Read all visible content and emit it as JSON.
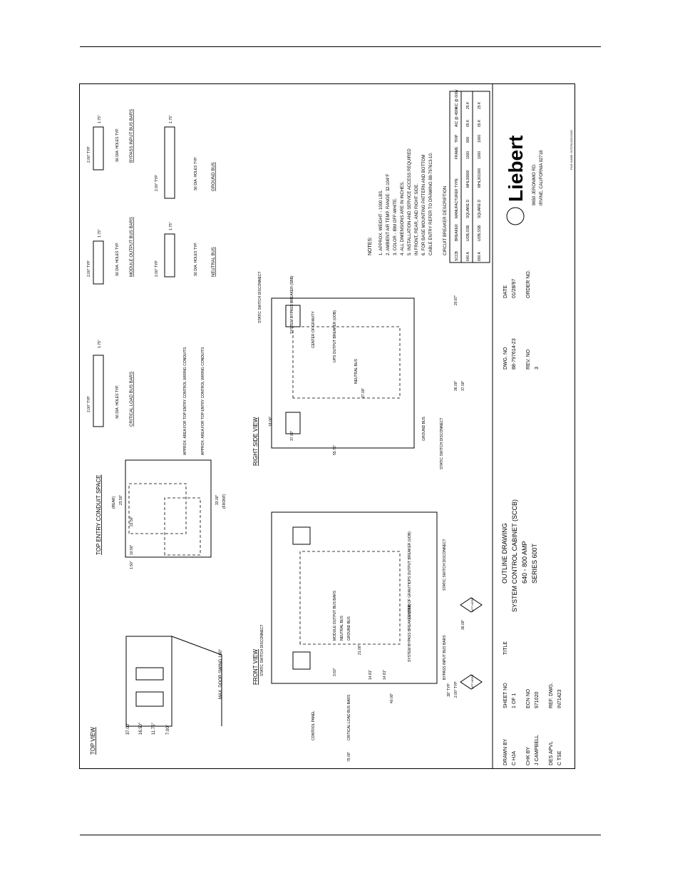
{
  "views": {
    "top_view": "TOP VIEW",
    "front_view": "FRONT VIEW",
    "top_entry": "TOP ENTRY CONDUIT SPACE",
    "right_side": "RIGHT SIDE VIEW"
  },
  "top_view": {
    "dims": [
      "7.00\"",
      "11.75\"",
      "16.50\"",
      "37.00\""
    ],
    "door_swing": "MAX. DOOR SWING 160°"
  },
  "front_view": {
    "labels": [
      "STATIC SWITCH DISCONNECT",
      "BYPASS INPUT BUS BARS",
      "SYSTEM BYPASS BREAKER (SBB)",
      "CENTER OF GRAVITY",
      "UPS OUTPUT BREAKER (UOB)",
      "STATIC SWITCH DISCONNECT",
      "MODULE OUTPUT BUS BARS",
      "NEUTRAL BUS",
      "GROUND BUS",
      "CONTROL PANEL",
      "CRITICAL LOAD BUS BARS"
    ],
    "dims": [
      "14.81\"",
      "3.60\"",
      "21.00\"",
      "14.81\"",
      "36.00\"",
      "40.00\"",
      "79.00\"",
      ".38\" TYP",
      "2.00\" TYP"
    ],
    "lift_here": "LIFT HERE"
  },
  "top_entry": {
    "rear": "(REAR)",
    "front": "(FRONT)",
    "dims": [
      "23.50\"",
      "33.00\"",
      "22.50\"",
      "10.50\"",
      "1.50\""
    ],
    "area_labels": [
      "APPROX. AREA FOR TOP ENTRY CONTROL WIRING CONDUITS",
      "APPROX. AREA FOR TOP ENTRY CONTROL WIRING CONDUITS"
    ]
  },
  "right_side": {
    "labels": [
      "STATIC SWITCH DISCONNECT",
      "SYSTEM BYPASS BREAKER (SBB)",
      "CENTER OF GRAVITY",
      "UPS OUTPUT BREAKER (UOB)",
      "NEUTRAL BUS",
      "GROUND BUS",
      "STATIC SWITCH DISCONNECT"
    ],
    "dims": [
      "18.00\"",
      "37.00\"",
      "55.75\"",
      "27.00\"",
      "36.00\"",
      "37.00\"",
      "20.87\""
    ]
  },
  "bus_bars": [
    {
      "title": "CRITICAL LOAD BUS BARS",
      "typ": "2.00\" TYP",
      "pitch": "1.75\"",
      "holes": ".56 DIA. HOLES TYP."
    },
    {
      "title": "MODULE OUTPUT BUS BARS",
      "typ": "2.00\" TYP",
      "pitch": "1.75\"",
      "holes": ".56 DIA. HOLES TYP."
    },
    {
      "title": "BYPASS INPUT BUS BARS",
      "typ": "2.00\" TYP",
      "pitch": "1.75\"",
      "holes": ".56 DIA. HOLES TYP."
    },
    {
      "title": "NEUTRAL BUS",
      "typ": "2.00\" TYP",
      "pitch": "1.75\"",
      "holes": ".56 DIA. HOLES TYP."
    },
    {
      "title": "GROUND BUS",
      "typ": "2.00\" TYP",
      "pitch": "1.75\"",
      "holes": ".56 DIA. HOLES TYP."
    }
  ],
  "notes": {
    "title": "NOTES:",
    "items": [
      "1. APPROX. WEIGHT - 1000 LBS.",
      "2. AMBIENT AIR TEMP. RANGE: 32-104°F",
      "3. COLOR - IBM OFF-WHITE.",
      "4. ALL DIMENSIONS ARE IN INCHES.",
      "5. INSTALLATION AND SERVICE ACCESS REQUIRED",
      "   IN FRONT, REAR, AND RIGHT SIDE.",
      "6. FOR BASE MOUNTING PATTERN AND BOTTOM",
      "   CABLE ENTRY REFER TO DRAWING 88-797613-10."
    ]
  },
  "breaker_table": {
    "title": "CIRCUIT BREAKER DESCRIPTION",
    "headers": [
      "SCCB",
      "BREAKER",
      "MANUFACTURER",
      "TYPE",
      "FRAME",
      "TRIP",
      "AIC @ 480V",
      "AIC @ 600V"
    ],
    "rows": [
      [
        "640 A",
        "UOB,SSB",
        "SQUARE D",
        "MHL36800",
        "1000",
        "800",
        "65 K",
        "25 K"
      ],
      [
        "800 A",
        "UOB,SSB",
        "SQUARE D",
        "MHL361000",
        "1000",
        "1000",
        "65 K",
        "25 K"
      ]
    ]
  },
  "title_block": {
    "drawn_by_label": "DRAWN BY",
    "drawn_by": "C HJA",
    "chk_by_label": "CHK BY",
    "chk_by": "J CAMPBELL",
    "des_apvl_label": "DES APVL",
    "des_apvl": "C TSE",
    "sheet_no_label": "SHEET NO",
    "sheet_no": "1 OF 1",
    "ecn_label": "ECN NO",
    "ecn": "971020",
    "ref_dwg_label": "REF. DWG.",
    "ref_dwg": "IN71423",
    "title_label": "TITLE",
    "title_lines": [
      "OUTLINE DRAWING",
      "SYSTEM CONTROL CABINET (SCCB)",
      "640 - 800 AMP",
      "SERIES 600T"
    ],
    "dwg_label": "DWG. NO",
    "dwg": "88-797614-23",
    "date_label": "DATE",
    "date": "01/28/97",
    "rev_label": "REV. NO",
    "rev": "3",
    "order_label": "ORDER NO.",
    "logo": "Liebert",
    "address1": "9650 JERONIMO RD.",
    "address2": "IRVINE, CALIFORNIA 92718",
    "file_name": "FILE NAME: IN79761423.DWG"
  }
}
